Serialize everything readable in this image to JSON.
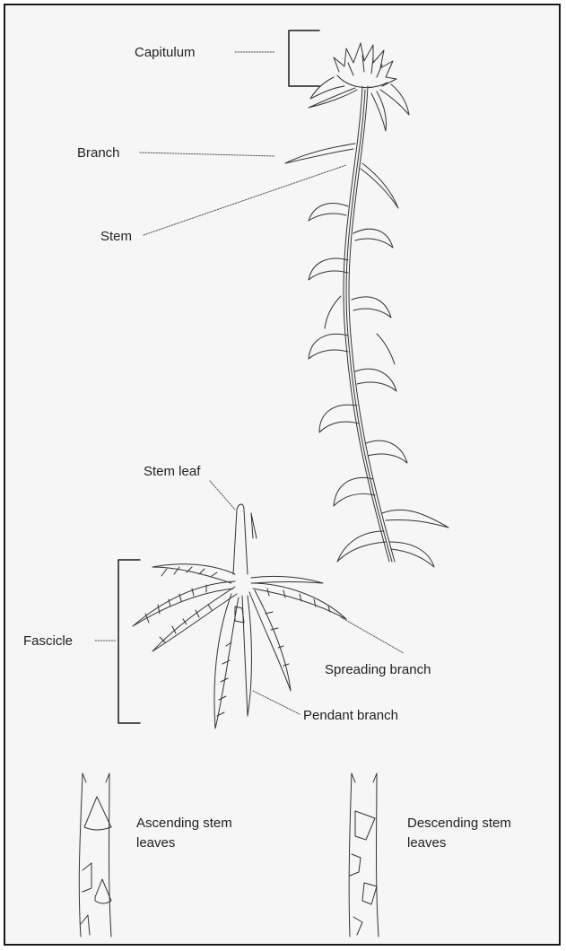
{
  "labels": {
    "capitulum": "Capitulum",
    "branch": "Branch",
    "stem": "Stem",
    "stem_leaf": "Stem leaf",
    "fascicle": "Fascicle",
    "spreading_branch": "Spreading branch",
    "pendant_branch": "Pendant branch",
    "ascending_line1": "Ascending stem",
    "ascending_line2": "leaves",
    "descending_line1": "Descending stem",
    "descending_line2": "leaves"
  },
  "colors": {
    "ink": "#333333",
    "background": "#f6f6f6",
    "border": "#1a1a1a"
  }
}
